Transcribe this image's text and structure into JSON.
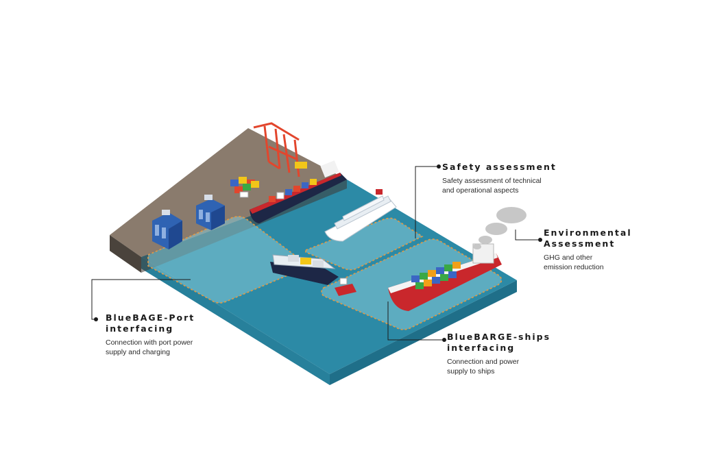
{
  "labels": {
    "safety": {
      "title": "Safety assessment",
      "desc_line1": "Safety assessment of technical",
      "desc_line2": "and operational aspects"
    },
    "environmental": {
      "title_line1": "Environmental",
      "title_line2": "Assessment",
      "desc_line1": "GHG and other",
      "desc_line2": "emission reduction"
    },
    "port": {
      "title_line1": "BlueBAGE-Port",
      "title_line2": "interfacing",
      "desc_line1": "Connection with port power",
      "desc_line2": "supply and charging"
    },
    "ships": {
      "title_line1": "BlueBARGE-ships",
      "title_line2": "interfacing",
      "desc_line1": "Connection and power",
      "desc_line2": "supply to ships"
    }
  },
  "colors": {
    "water": "#2c8aa6",
    "water_light": "#86c8d6",
    "dock": "#8a7b6d",
    "dock_side": "#4a433c",
    "crane": "#e2462d",
    "hull_red": "#c9272c",
    "hull_navy": "#1d2746",
    "dashed_outline": "#e59a43"
  },
  "icons": [
    "gantry-crane-icon",
    "power-unit-icon",
    "container-ship-icon",
    "cruise-ship-icon",
    "barge-icon",
    "tugboat-icon",
    "emission-cloud-icon"
  ]
}
